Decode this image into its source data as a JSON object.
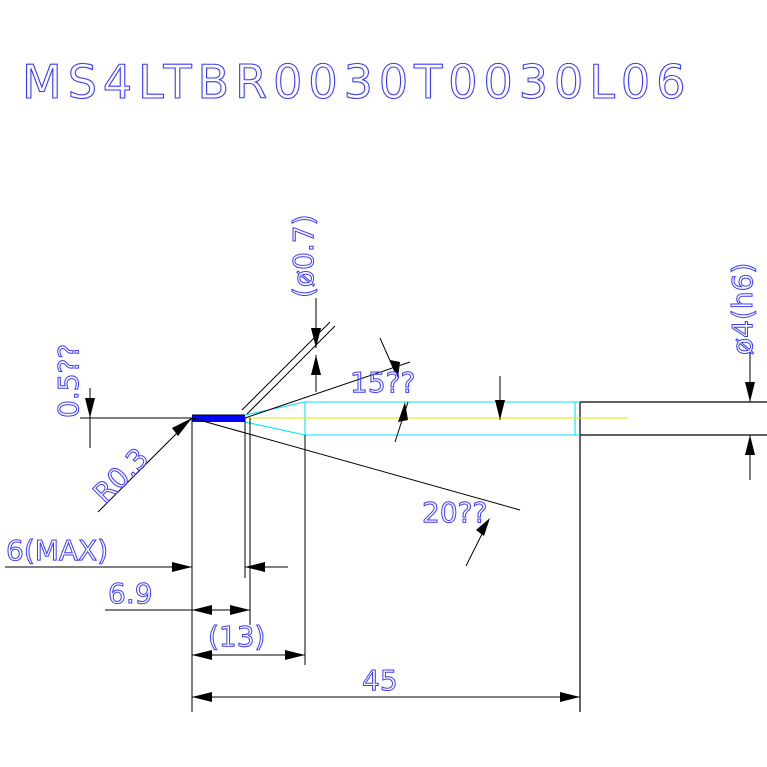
{
  "title": "MS4LTBR0030T0030L06",
  "dimensions": {
    "shank_diameter": "ø4(h6)",
    "neck_diameter": "(ø0.7)",
    "flute_angle": "15??",
    "corner_angle": "0.5??",
    "radius": "R0.3",
    "taper_angle": "20??",
    "max_length": "6(MAX)",
    "neck_length": "6.9",
    "effective_length": "(13)",
    "overall_length": "45"
  },
  "colors": {
    "text": "#3a3aff",
    "outline": "#000000",
    "cutter": "#0000ff",
    "taper": "#00e5ff",
    "centerline": "#e6e600"
  }
}
